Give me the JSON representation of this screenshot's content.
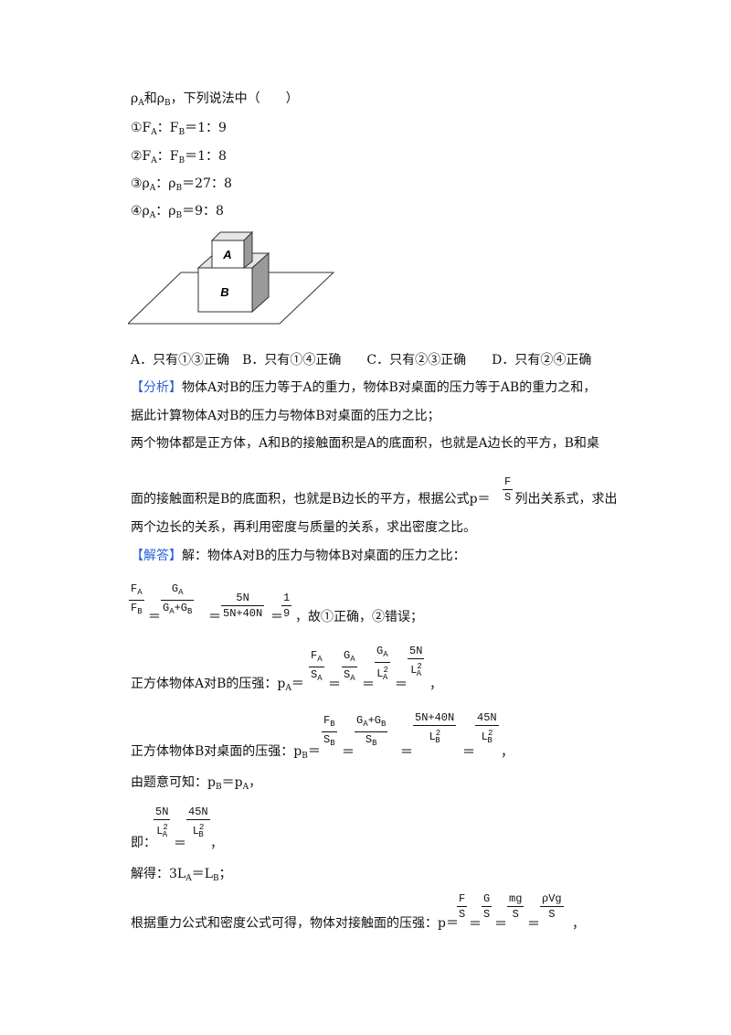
{
  "question": {
    "stem_prefix": "ρ",
    "stem_sub_a": "A",
    "stem_mid": "和ρ",
    "stem_sub_b": "B",
    "stem_suffix": "，下列说法中（　　）",
    "opt1": [
      "①F",
      "A",
      "：F",
      "B",
      "＝1：9"
    ],
    "opt2": [
      "②F",
      "A",
      "：F",
      "B",
      "＝1：8"
    ],
    "opt3": [
      "③ρ",
      "A",
      "：ρ",
      "B",
      "＝27：8"
    ],
    "opt4": [
      "④ρ",
      "A",
      "：ρ",
      "B",
      "＝9：8"
    ],
    "figure": {
      "label_a": "A",
      "label_b": "B"
    },
    "choices": "A．只有①③正确　B．只有①④正确　　C．只有②③正确　　D．只有②④正确"
  },
  "analysis": {
    "tag": "【分析】",
    "line1": "物体A对B的压力等于A的重力，物体B对桌面的压力等于AB的重力之和，",
    "line2": "据此计算物体A对B的压力与物体B对桌面的压力之比；",
    "line3": "两个物体都是正方体，A和B的接触面积是A的底面积，也就是A边长的平方，B和桌",
    "line4a": "面的接触面积是B的底面积，也就是B边长的平方，根据公式p＝",
    "line4b": "列出关系式，求出",
    "line5": "两个边长的关系，再利用密度与质量的关系，求出密度之比。",
    "formula_p": {
      "num": "F",
      "den": "S"
    }
  },
  "answer": {
    "tag": "【解答】",
    "line1": "解：物体A对B的压力与物体B对桌面的压力之比：",
    "ratio": {
      "f1n": "F_A",
      "f1d": "F_B",
      "f2n": "G_A",
      "f2d": "G_A+G_B",
      "f3n": "5N",
      "f3d": "5N+40N",
      "f4n": "1",
      "f4d": "9",
      "tail": "，故①正确，②错误；"
    },
    "pa_text": "正方体物体A对B的压强：p",
    "pa_sub": "A",
    "pb_text": "正方体物体B对桌面的压强：p",
    "pb_sub": "B",
    "known": "由题意可知：p",
    "known_b": "B",
    "known_mid": "＝p",
    "known_a": "A",
    "known_end": "，",
    "ji": "即：",
    "solve": "解得：3L",
    "solve_a": "A",
    "solve_mid": "＝L",
    "solve_b": "B",
    "solve_end": "；",
    "last": "根据重力公式和密度公式可得，物体对接触面的压强：p＝",
    "last_fracs": {
      "f1n": "F",
      "f1d": "S",
      "f2n": "G",
      "f2d": "S",
      "f3n": "mg",
      "f3d": "S",
      "f4n": "ρVg",
      "f4d": "S"
    }
  }
}
